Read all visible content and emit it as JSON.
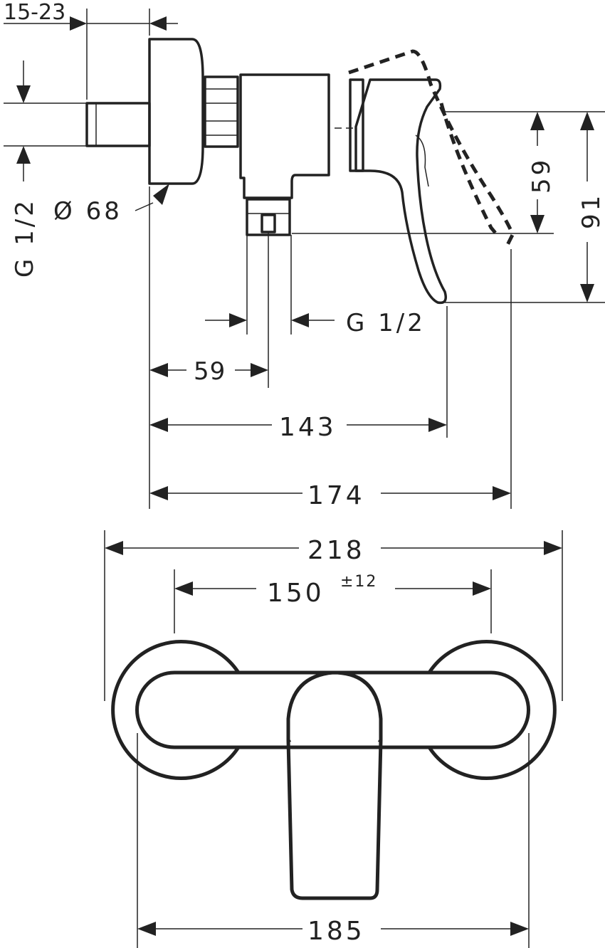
{
  "dimensions": {
    "thread_setback": "15-23",
    "inlet_thread": "G 1/2",
    "rosette_diameter": "Ø 68",
    "handle_height_small": "59",
    "handle_height_large": "91",
    "outlet_thread": "G 1/2",
    "outlet_offset": "59",
    "projection_body": "143",
    "projection_total": "174",
    "overall_width": "218",
    "centre_distance": "150",
    "centre_tolerance": "±12",
    "body_width": "185"
  }
}
